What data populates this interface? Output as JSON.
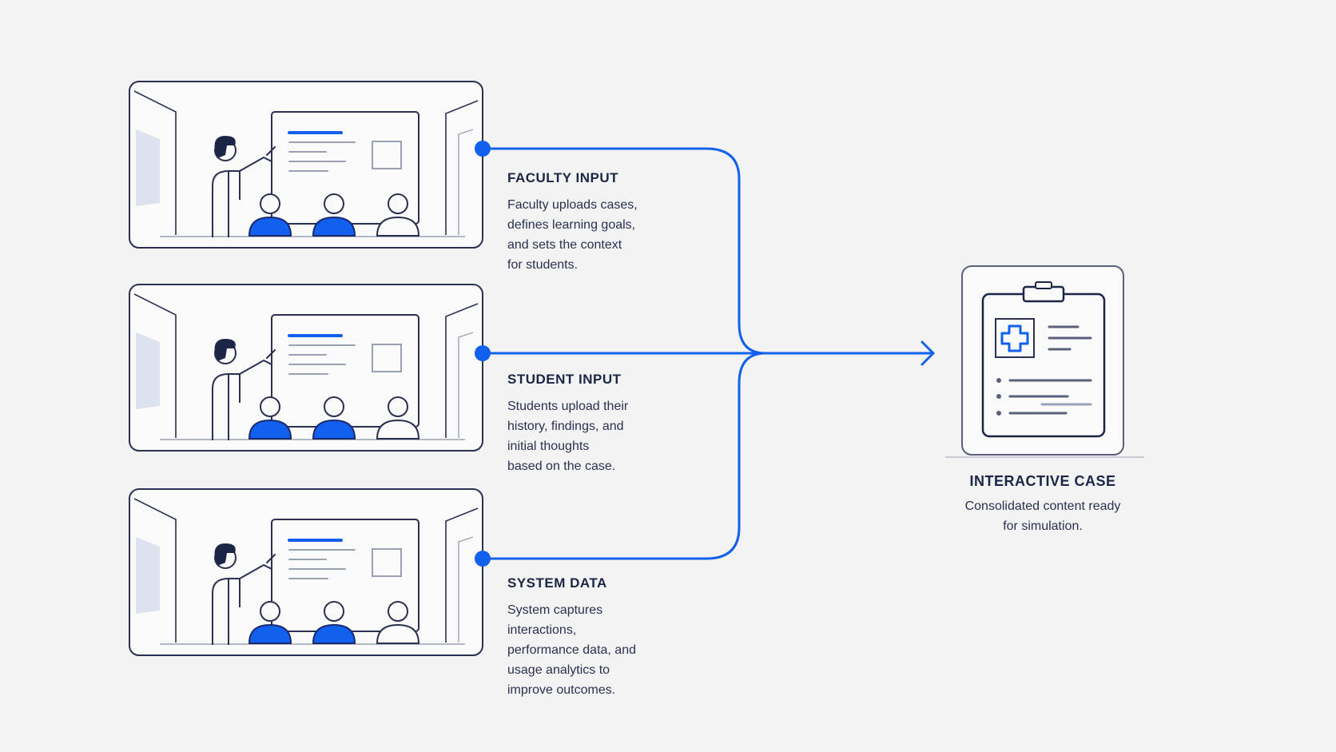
{
  "colors": {
    "accent": "#1160ee",
    "stroke": "#2a3150",
    "muted": "#9aa1b4",
    "panel": "#fafafa"
  },
  "inputs": [
    {
      "title": "FACULTY INPUT",
      "desc": "Faculty uploads cases,\ndefines learning goals,\nand sets the context\nfor students."
    },
    {
      "title": "STUDENT INPUT",
      "desc": "Students upload their\nhistory, findings, and\ninitial thoughts\nbased on the case."
    },
    {
      "title": "SYSTEM DATA",
      "desc": "System captures\ninteractions,\nperformance data, and\nusage analytics to\nimprove outcomes."
    }
  ],
  "output": {
    "title": "INTERACTIVE CASE",
    "desc": "Consolidated content ready\nfor simulation.",
    "icon": "clipboard-medical-icon"
  },
  "scene_icon": "classroom-presentation-icon"
}
